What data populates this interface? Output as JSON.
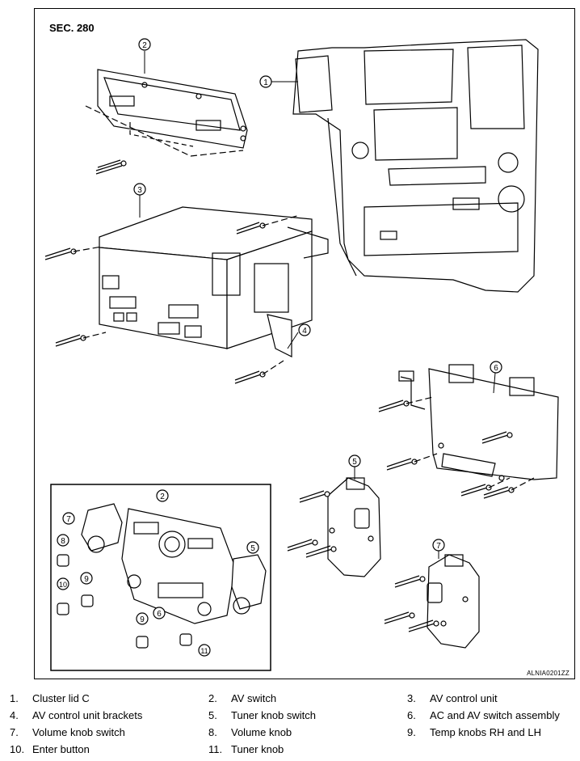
{
  "figure": {
    "section_label": "SEC. 280",
    "drawing_code": "ALNIA0201ZZ",
    "callouts": [
      "1",
      "2",
      "3",
      "4",
      "5",
      "6",
      "7",
      "8",
      "9",
      "10",
      "11"
    ],
    "inset_callouts": [
      "2",
      "5",
      "6",
      "7",
      "8",
      "9",
      "9",
      "10",
      "11"
    ]
  },
  "legend": [
    {
      "num": "1.",
      "label": "Cluster lid C"
    },
    {
      "num": "2.",
      "label": "AV switch"
    },
    {
      "num": "3.",
      "label": "AV control unit"
    },
    {
      "num": "4.",
      "label": "AV control unit brackets"
    },
    {
      "num": "5.",
      "label": "Tuner knob switch"
    },
    {
      "num": "6.",
      "label": "AC and AV switch assembly"
    },
    {
      "num": "7.",
      "label": "Volume knob switch"
    },
    {
      "num": "8.",
      "label": "Volume knob"
    },
    {
      "num": "9.",
      "label": "Temp knobs RH and LH"
    },
    {
      "num": "10.",
      "label": "Enter button"
    },
    {
      "num": "11.",
      "label": "Tuner knob"
    }
  ]
}
